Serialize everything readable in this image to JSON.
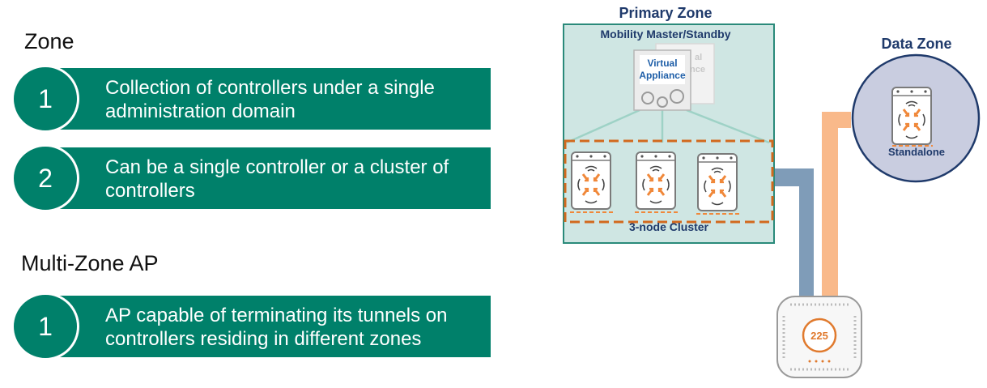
{
  "zone": {
    "title": "Zone",
    "items": [
      {
        "number": "1",
        "text": "Collection of controllers under a single administration domain"
      },
      {
        "number": "2",
        "text": "Can be a single controller or a cluster of controllers"
      }
    ]
  },
  "multizone": {
    "title": "Multi-Zone AP",
    "items": [
      {
        "number": "1",
        "text": "AP capable of terminating its tunnels on controllers residing in different zones"
      }
    ]
  },
  "diagram": {
    "primary_zone_label": "Primary Zone",
    "mobility_label": "Mobility Master/Standby",
    "virtual_appliance_line1": "Virtual",
    "virtual_appliance_line2": "Appliance",
    "cluster_label": "3-node Cluster",
    "data_zone_label": "Data Zone",
    "standalone_label": "Standalone",
    "ap_model": "225",
    "colors": {
      "teal": "#00806a",
      "zone_fill": "#cfe6e3",
      "zone_border": "#2a8a7a",
      "cluster_border": "#d2691e",
      "orange": "#f0883a",
      "tunnel_blue": "#7f9cb8",
      "tunnel_orange": "#f9b98a",
      "data_zone_fill": "#c9cde0",
      "navy": "#1f3a6b"
    }
  }
}
